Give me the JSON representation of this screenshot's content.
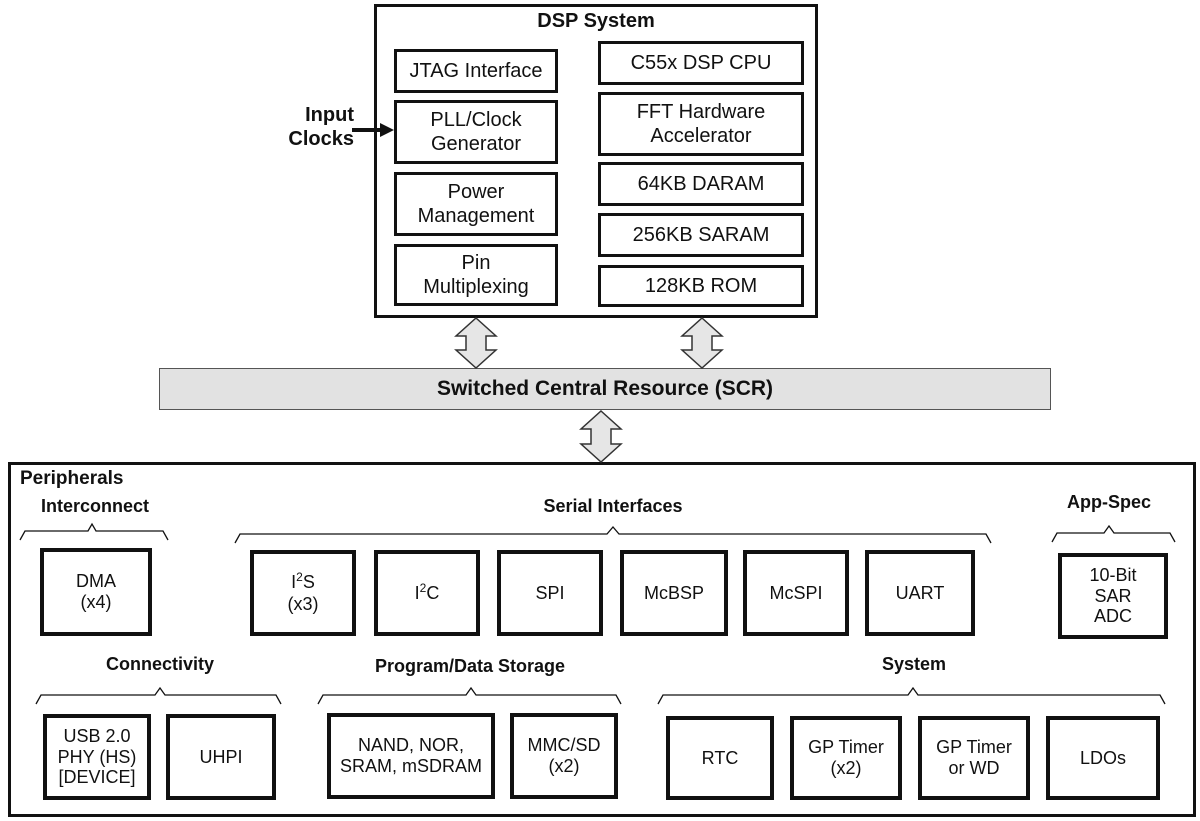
{
  "dsp_system": {
    "title": "DSP System",
    "left_blocks": [
      "JTAG Interface",
      "PLL/Clock\nGenerator",
      "Power\nManagement",
      "Pin\nMultiplexing"
    ],
    "right_blocks": [
      "C55x DSP CPU",
      "FFT Hardware\nAccelerator",
      "64KB DARAM",
      "256KB SARAM",
      "128KB ROM"
    ],
    "input_clocks_label": "Input\nClocks"
  },
  "scr": {
    "label": "Switched Central Resource (SCR)"
  },
  "peripherals": {
    "title": "Peripherals",
    "groups": {
      "interconnect": {
        "label": "Interconnect",
        "blocks": [
          "DMA\n(x4)"
        ]
      },
      "serial": {
        "label": "Serial Interfaces",
        "i2s_base": "I",
        "i2s_sup": "2",
        "i2s_tail": "S",
        "i2s_sub": "(x3)",
        "i2c_base": "I",
        "i2c_sup": "2",
        "i2c_tail": "C",
        "blocks": [
          "SPI",
          "McBSP",
          "McSPI",
          "UART"
        ]
      },
      "app_spec": {
        "label": "App-Spec",
        "blocks": [
          "10-Bit\nSAR\nADC"
        ]
      },
      "connectivity": {
        "label": "Connectivity",
        "blocks": [
          "USB 2.0\nPHY (HS)\n[DEVICE]",
          "UHPI"
        ]
      },
      "storage": {
        "label": "Program/Data Storage",
        "blocks": [
          "NAND, NOR,\nSRAM, mSDRAM",
          "MMC/SD\n(x2)"
        ]
      },
      "system": {
        "label": "System",
        "blocks": [
          "RTC",
          "GP Timer\n(x2)",
          "GP Timer\nor WD",
          "LDOs"
        ]
      }
    }
  }
}
